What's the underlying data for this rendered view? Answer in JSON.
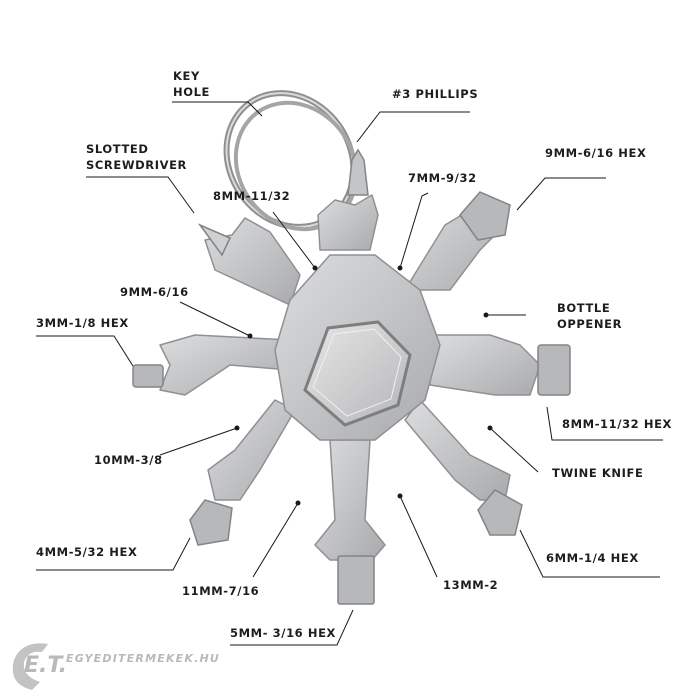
{
  "labels": {
    "key_hole": "KEY\nHOLE",
    "phillips": "#3 PHILLIPS",
    "slotted": "SLOTTED\nSCREWDRIVER",
    "hex_9_6_16": "9MM-6/16 HEX",
    "w_8_11_32": "8MM-11/32",
    "w_7_9_32": "7MM-9/32",
    "w_9_6_16": "9MM-6/16",
    "bottle": "BOTTLE\nOPPENER",
    "hex_3_1_8": "3MM-1/8 HEX",
    "hex_8_11_32": "8MM-11/32 HEX",
    "w_10_3_8": "10MM-3/8",
    "twine": "TWINE KNIFE",
    "hex_4_5_32": "4MM-5/32 HEX",
    "hex_6_1_4": "6MM-1/4 HEX",
    "w_11_7_16": "11MM-7/16",
    "w_13_2": "13MM-2",
    "hex_5_3_16": "5MM- 3/16 HEX"
  },
  "logo": {
    "mark": "E.T.",
    "text": "EGYEDITERMEKEK.HU"
  },
  "colors": {
    "metal": "#c9cacb",
    "metal_dark": "#9c9d9f",
    "line": "#1a1a1a",
    "logo": "#b9b9b9"
  }
}
